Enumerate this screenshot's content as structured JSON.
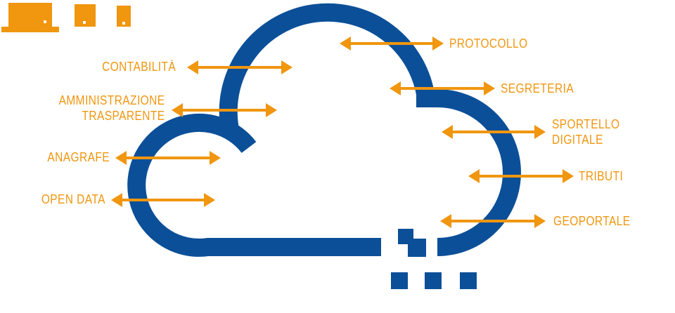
{
  "colors": {
    "cloud": "#0B4F98",
    "accent": "#F0960F",
    "background": "#FFFFFF"
  },
  "devices": [
    {
      "icon": "laptop-icon"
    },
    {
      "icon": "tablet-icon"
    },
    {
      "icon": "smartphone-icon"
    }
  ],
  "labels_left": [
    {
      "key": "contabilita",
      "lines": [
        "CONTABILITÀ"
      ]
    },
    {
      "key": "amministrazione-trasparente",
      "lines": [
        "AMMINISTRAZIONE",
        "TRASPARENTE"
      ]
    },
    {
      "key": "anagrafe",
      "lines": [
        "ANAGRAFE"
      ]
    },
    {
      "key": "open-data",
      "lines": [
        "OPEN DATA"
      ]
    }
  ],
  "labels_right": [
    {
      "key": "protocollo",
      "lines": [
        "PROTOCOLLO"
      ]
    },
    {
      "key": "segreteria",
      "lines": [
        "SEGRETERIA"
      ]
    },
    {
      "key": "sportello-digitale",
      "lines": [
        "SPORTELLO",
        "DIGITALE"
      ]
    },
    {
      "key": "tributi",
      "lines": [
        "TRIBUTI"
      ]
    },
    {
      "key": "geoportale",
      "lines": [
        "GEOPORTALE"
      ]
    }
  ]
}
